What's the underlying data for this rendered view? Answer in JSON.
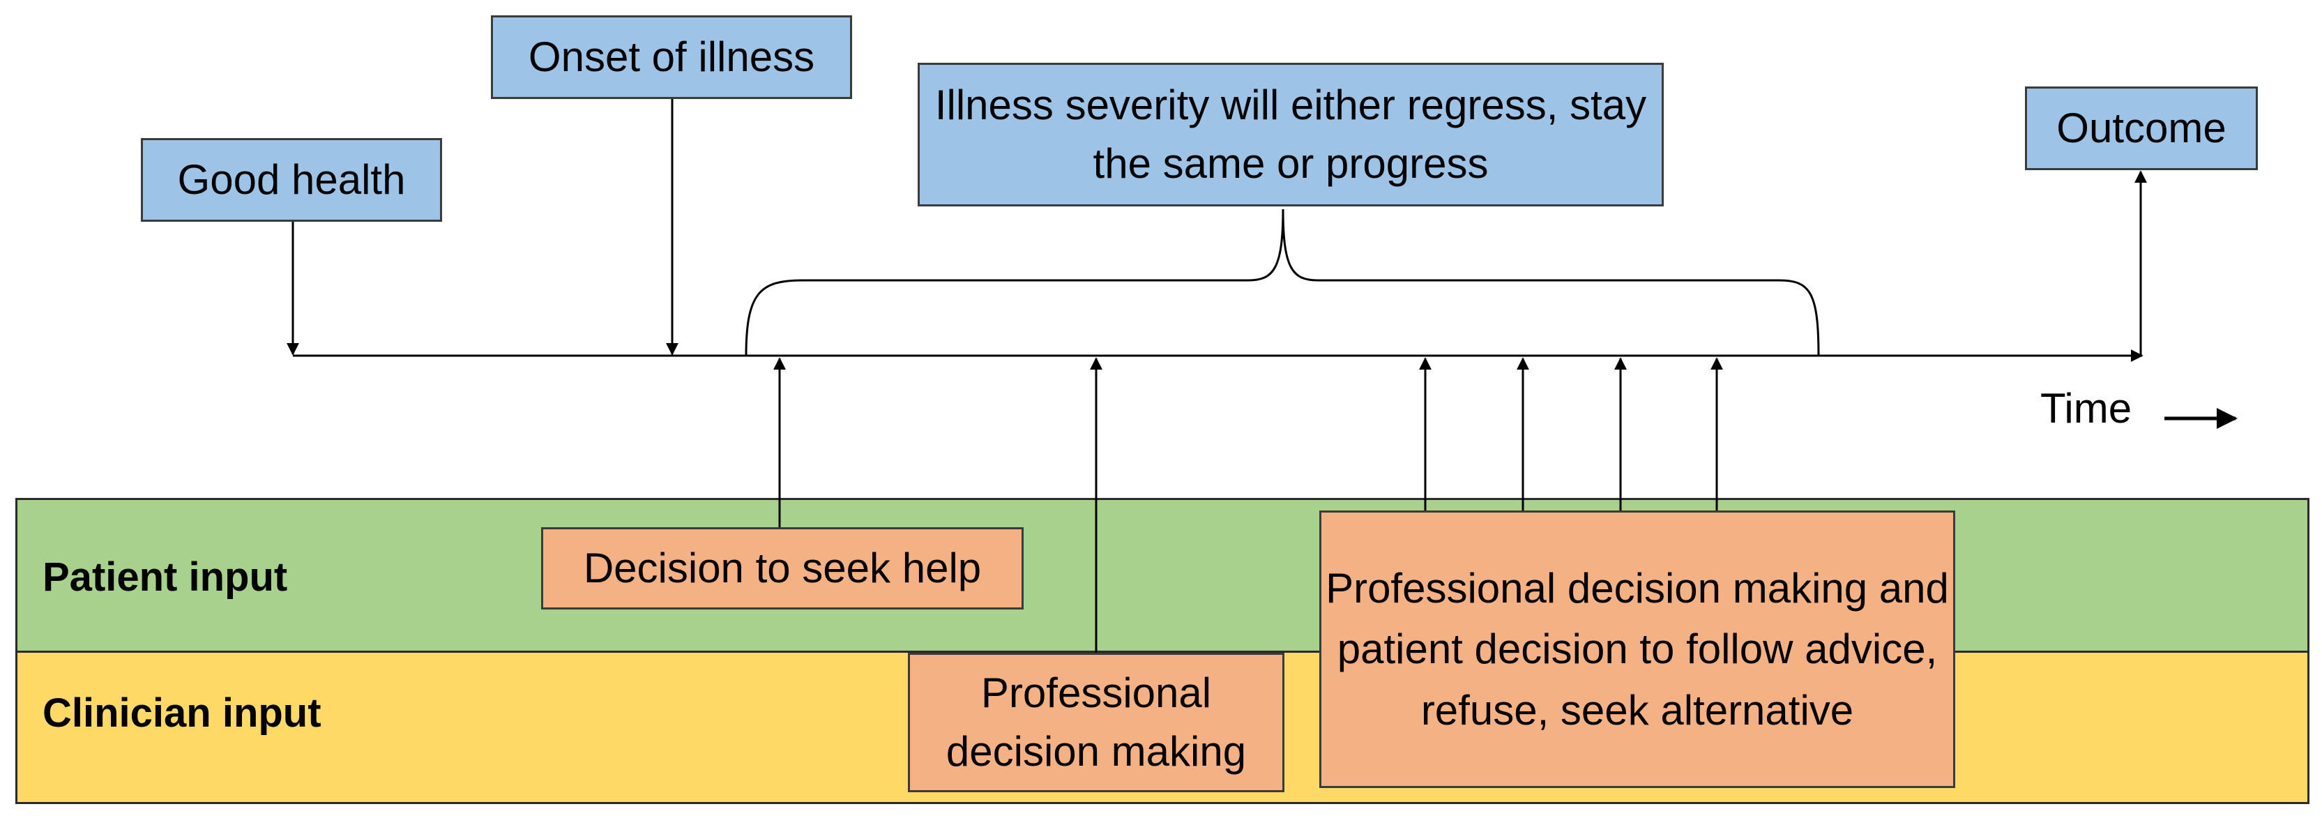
{
  "labels": {
    "good_health": "Good health",
    "onset": "Onset of illness",
    "severity": "Illness severity will either regress, stay the same or progress",
    "outcome": "Outcome",
    "time": "Time",
    "decision_seek_help": "Decision to seek help",
    "professional_decision_making": "Professional decision making",
    "professional_and_patient": "Professional decision making and patient decision to follow advice, refuse, seek alternative"
  },
  "bands": {
    "patient": "Patient input",
    "clinician": "Clinician input"
  },
  "colors": {
    "event_box": "#9dc3e6",
    "decision_box": "#f4b183",
    "patient_band": "#a9d18e",
    "clinician_band": "#ffd966",
    "line": "#000000"
  }
}
